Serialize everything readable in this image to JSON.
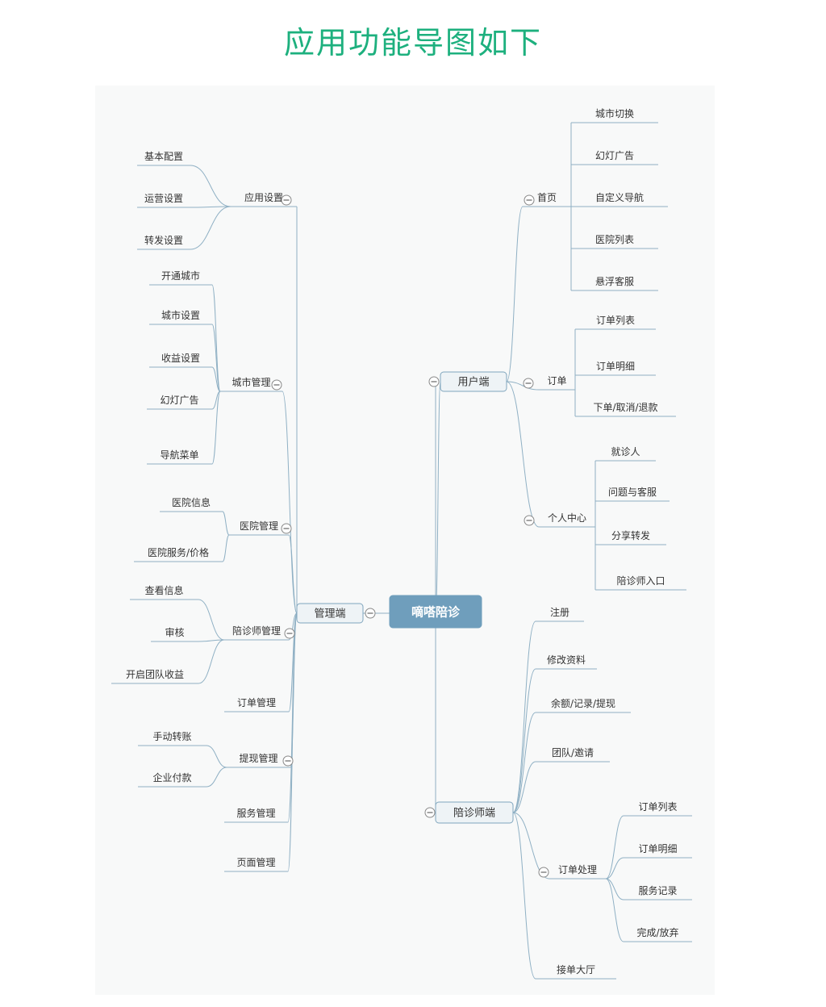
{
  "title": "应用功能导图如下",
  "root": "嘀嗒陪诊",
  "admin": {
    "label": "管理端",
    "groups": [
      {
        "label": "应用设置",
        "children": [
          "基本配置",
          "运营设置",
          "转发设置"
        ]
      },
      {
        "label": "城市管理",
        "children": [
          "开通城市",
          "城市设置",
          "收益设置",
          "幻灯广告",
          "导航菜单"
        ]
      },
      {
        "label": "医院管理",
        "children": [
          "医院信息",
          "医院服务/价格"
        ]
      },
      {
        "label": "陪诊师管理",
        "children": [
          "查看信息",
          "审核",
          "开启团队收益"
        ]
      },
      {
        "label": "订单管理",
        "children": []
      },
      {
        "label": "提现管理",
        "children": [
          "手动转账",
          "企业付款"
        ]
      },
      {
        "label": "服务管理",
        "children": []
      },
      {
        "label": "页面管理",
        "children": []
      }
    ]
  },
  "user": {
    "label": "用户端",
    "groups": [
      {
        "label": "首页",
        "children": [
          "城市切换",
          "幻灯广告",
          "自定义导航",
          "医院列表",
          "悬浮客服"
        ]
      },
      {
        "label": "订单",
        "children": [
          "订单列表",
          "订单明细",
          "下单/取消/退款"
        ]
      },
      {
        "label": "个人中心",
        "children": [
          "就诊人",
          "问题与客服",
          "分享转发",
          "陪诊师入口"
        ]
      }
    ]
  },
  "escort": {
    "label": "陪诊师端",
    "groups": [
      {
        "label": "注册",
        "children": []
      },
      {
        "label": "修改资料",
        "children": []
      },
      {
        "label": "余额/记录/提现",
        "children": []
      },
      {
        "label": "团队/邀请",
        "children": []
      },
      {
        "label": "订单处理",
        "children": [
          "订单列表",
          "订单明细",
          "服务记录",
          "完成/放弃"
        ]
      },
      {
        "label": "接单大厅",
        "children": []
      }
    ]
  },
  "colors": {
    "title": "#1db07e",
    "root_fill": "#6f9ebc",
    "branch_fill": "#eef3f6",
    "branch_border": "#7fa5bd",
    "line": "#8fb0c4",
    "canvas": "#f8f9f9"
  }
}
